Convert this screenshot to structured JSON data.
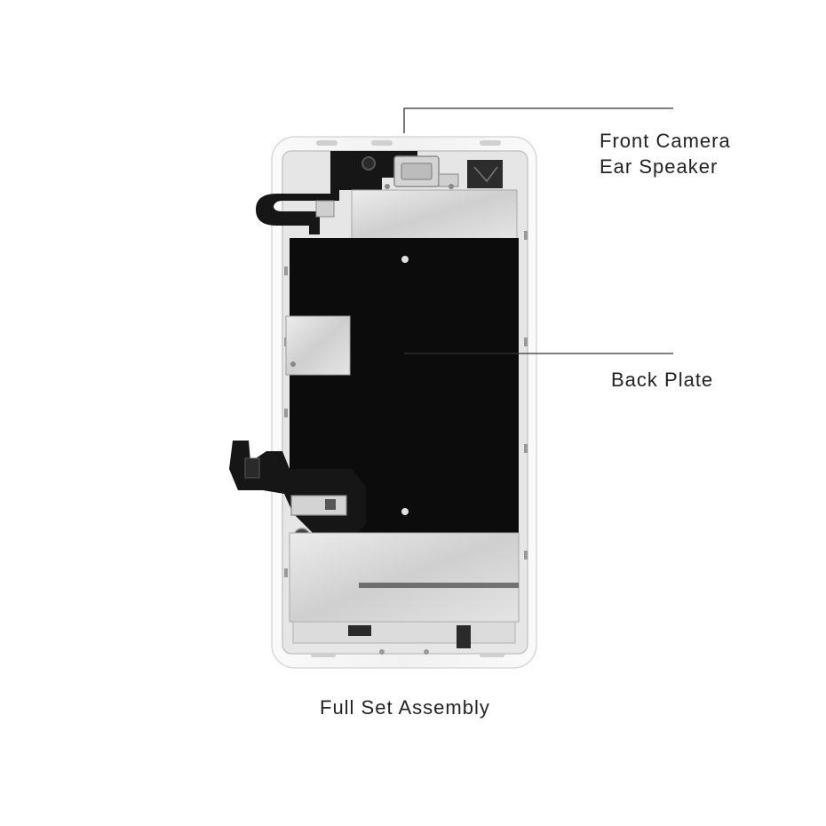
{
  "callouts": {
    "front_camera": "Front Camera",
    "ear_speaker": "Ear Speaker",
    "back_plate": "Back Plate"
  },
  "caption": "Full Set Assembly",
  "colors": {
    "background": "#ffffff",
    "frame": "#f4f4f4",
    "plate": "#0c0c0c",
    "shield": "#d9d9d9",
    "flex_cable": "#161616",
    "label": "#222222",
    "leader_line": "#333333"
  }
}
